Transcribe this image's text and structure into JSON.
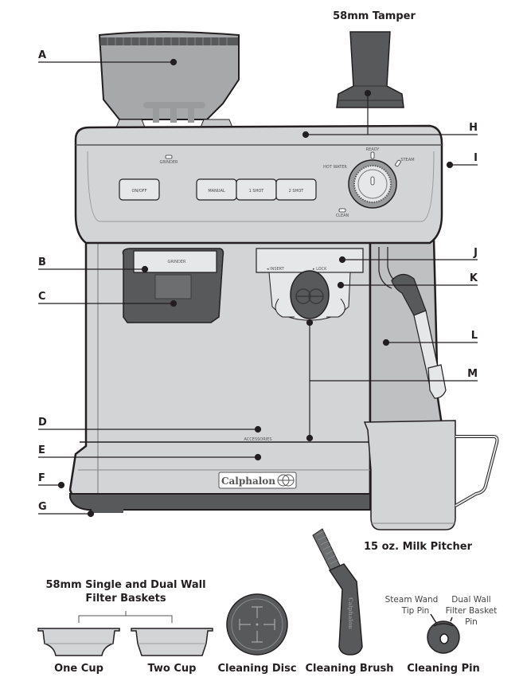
{
  "diagram": {
    "callouts": [
      {
        "letter": "A",
        "part": "bean-hopper"
      },
      {
        "letter": "B",
        "part": "grinder-outlet"
      },
      {
        "letter": "C",
        "part": "portafilter-cradle"
      },
      {
        "letter": "D",
        "part": "accessories-drawer"
      },
      {
        "letter": "E",
        "part": "drip-tray"
      },
      {
        "letter": "F",
        "part": "housing"
      },
      {
        "letter": "G",
        "part": "base"
      },
      {
        "letter": "H",
        "part": "cup-warmer"
      },
      {
        "letter": "I",
        "part": "control-panel"
      },
      {
        "letter": "J",
        "part": "group-head-plate"
      },
      {
        "letter": "K",
        "part": "brew-head"
      },
      {
        "letter": "L",
        "part": "front-panel"
      },
      {
        "letter": "M",
        "part": "portafilter"
      }
    ],
    "control_panel": {
      "grinder_indicator": "GRINDER",
      "buttons": [
        "ON/OFF",
        "MANUAL",
        "1 SHOT",
        "2 SHOT"
      ],
      "dial_labels": {
        "ready": "READY",
        "steam": "STEAM",
        "hot_water": "HOT WATER",
        "clean": "CLEAN"
      }
    },
    "machine_text": {
      "grinder": "GRINDER",
      "insert": "◂ INSERT",
      "lock": "▸ LOCK",
      "accessories": "ACCESSORIES",
      "brand": "Calphalon"
    },
    "accessories": {
      "tamper": "58mm Tamper",
      "milk_pitcher": "15 oz. Milk Pitcher",
      "filter_baskets_title_line1": "58mm Single and Dual Wall",
      "filter_baskets_title_line2": "Filter Baskets",
      "one_cup": "One Cup",
      "two_cup": "Two Cup",
      "cleaning_disc": "Cleaning Disc",
      "cleaning_brush": "Cleaning Brush",
      "cleaning_pin": "Cleaning Pin",
      "steam_wand_pin_line1": "Steam Wand",
      "steam_wand_pin_line2": "Tip Pin",
      "dual_wall_pin_line1": "Dual Wall",
      "dual_wall_pin_line2": "Filter Basket",
      "dual_wall_pin_line3": "Pin",
      "brush_brand": "Calphalon"
    },
    "colors": {
      "outline": "#231f20",
      "body": "#d3d4d6",
      "body_dark": "#bfc0c2",
      "hopper": "#a7a8aa",
      "dark_part": "#58595b",
      "panel": "#e6e7e8"
    }
  }
}
